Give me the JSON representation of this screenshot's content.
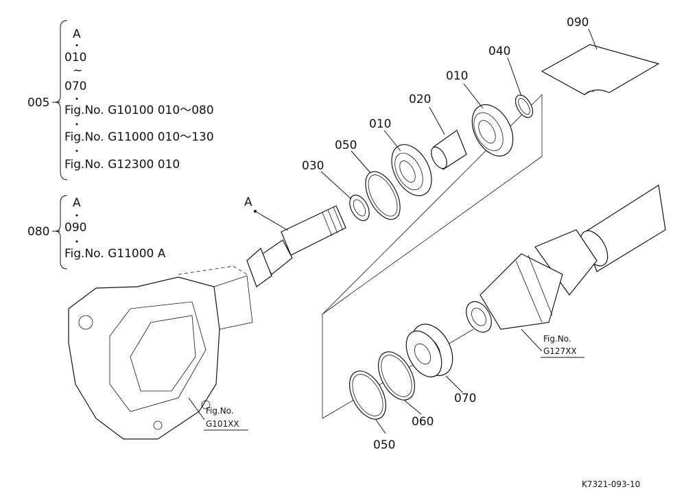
{
  "groups": {
    "g005": {
      "code": "005",
      "lines": [
        "A",
        "010",
        "~",
        "070",
        "Fig.No.  G10100  010～080",
        "Fig.No.  G11000  010～130",
        "Fig.No.  G12300  010"
      ]
    },
    "g080": {
      "code": "080",
      "lines": [
        "A",
        "090",
        "Fig.No.  G11000  A"
      ]
    }
  },
  "callouts": {
    "p090": "090",
    "p040": "040",
    "p010a": "010",
    "p020": "020",
    "p010b": "010",
    "p050a": "050",
    "p030": "030",
    "pA": "A",
    "p070": "070",
    "p060": "060",
    "p050b": "050"
  },
  "refs": {
    "ref101_line1": "Fig.No.",
    "ref101_line2": "G101XX",
    "ref127_line1": "Fig.No.",
    "ref127_line2": "G127XX"
  },
  "footer": {
    "code": "K7321-093-10"
  }
}
